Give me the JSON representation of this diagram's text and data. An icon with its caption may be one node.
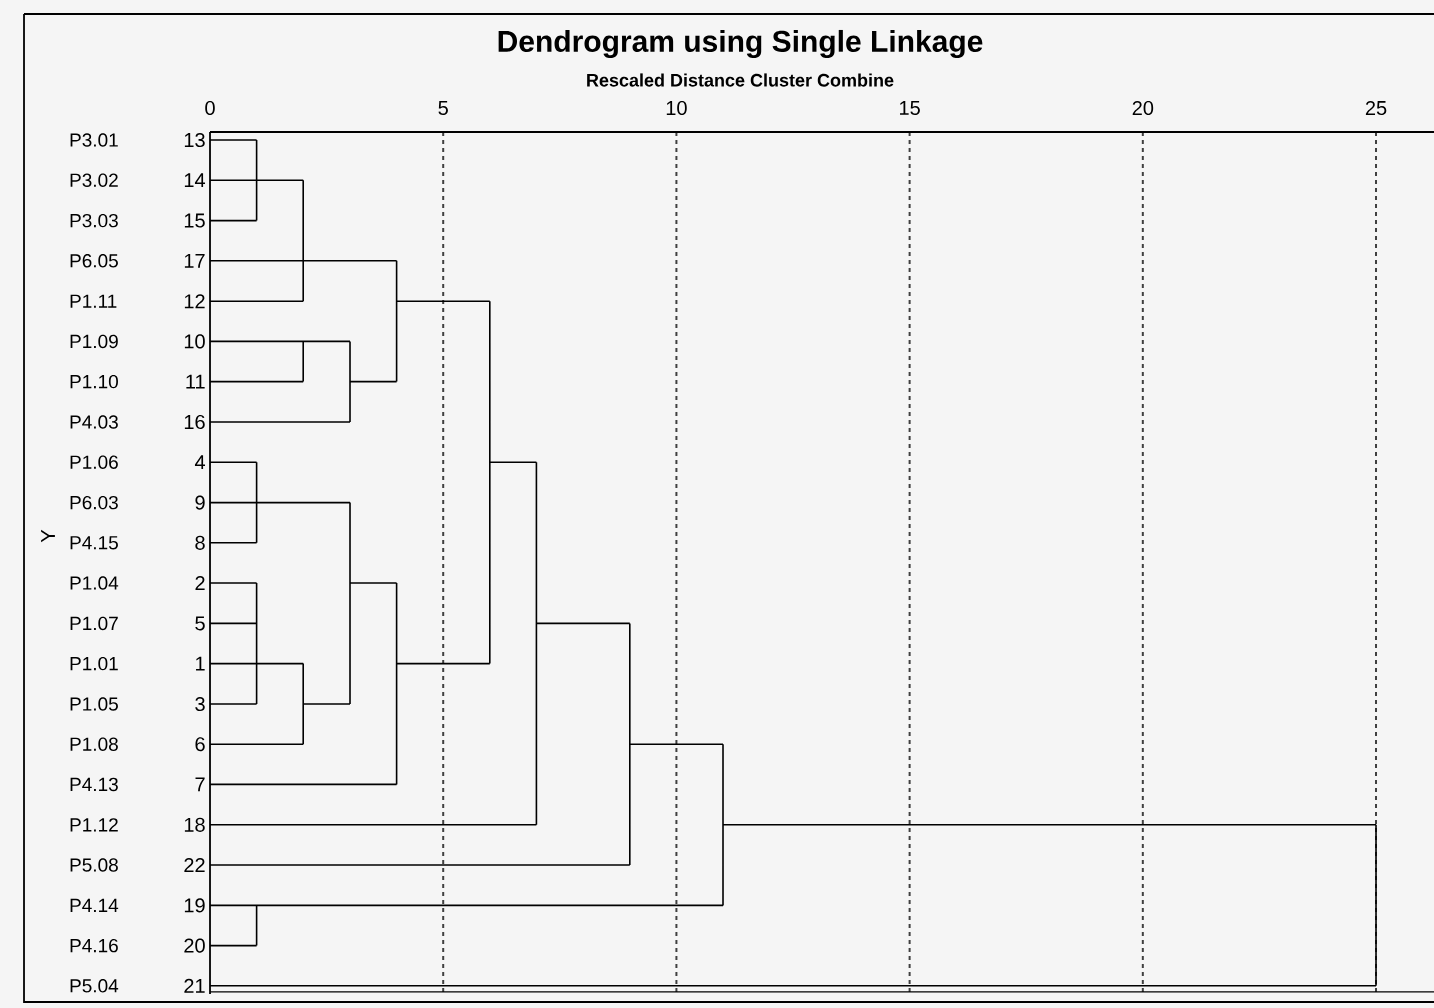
{
  "diagram": {
    "title": "Dendrogram using Single Linkage",
    "labels": [
      "Rescaled Distance Cluster Combine",
      "0",
      "5",
      "10",
      "15",
      "20",
      "25",
      "Y",
      "P3.01",
      "13",
      "P3.02",
      "14",
      "P3.03",
      "15",
      "P6.05",
      "17",
      "P1.11",
      "12",
      "P1.09",
      "10",
      "P1.10",
      "11",
      "P4.03",
      "16",
      "P1.06",
      "4",
      "P6.03",
      "9",
      "P4.15",
      "8",
      "P1.04",
      "2",
      "P1.07",
      "5",
      "P1.01",
      "1",
      "P1.05",
      "3",
      "P1.08",
      "6",
      "P4.13",
      "7",
      "P1.12",
      "18",
      "P5.08",
      "22",
      "P4.14",
      "19",
      "P4.16",
      "20",
      "P5.04",
      "21"
    ]
  }
}
